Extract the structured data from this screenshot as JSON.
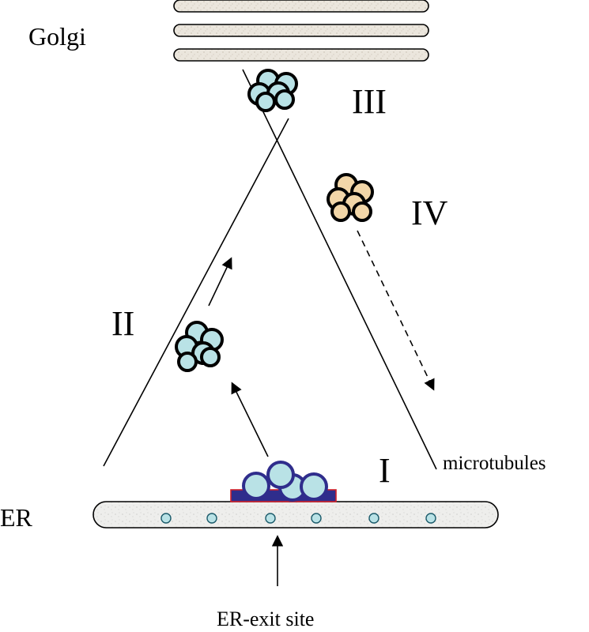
{
  "labels": {
    "golgi": "Golgi",
    "er": "ER",
    "er_exit_site": "ER-exit site",
    "microtubules": "microtubules",
    "stage_1": "I",
    "stage_2": "II",
    "stage_3": "III",
    "stage_4": "IV"
  },
  "colors": {
    "membrane_fill": "#e4ddd2",
    "er_fill": "#ececec",
    "cargo_cyan": "#b9e2e6",
    "cargo_tan": "#f2d6a8",
    "coat_blue": "#2f2d8c",
    "coat_outline_red": "#d0202a",
    "line": "#000000"
  }
}
